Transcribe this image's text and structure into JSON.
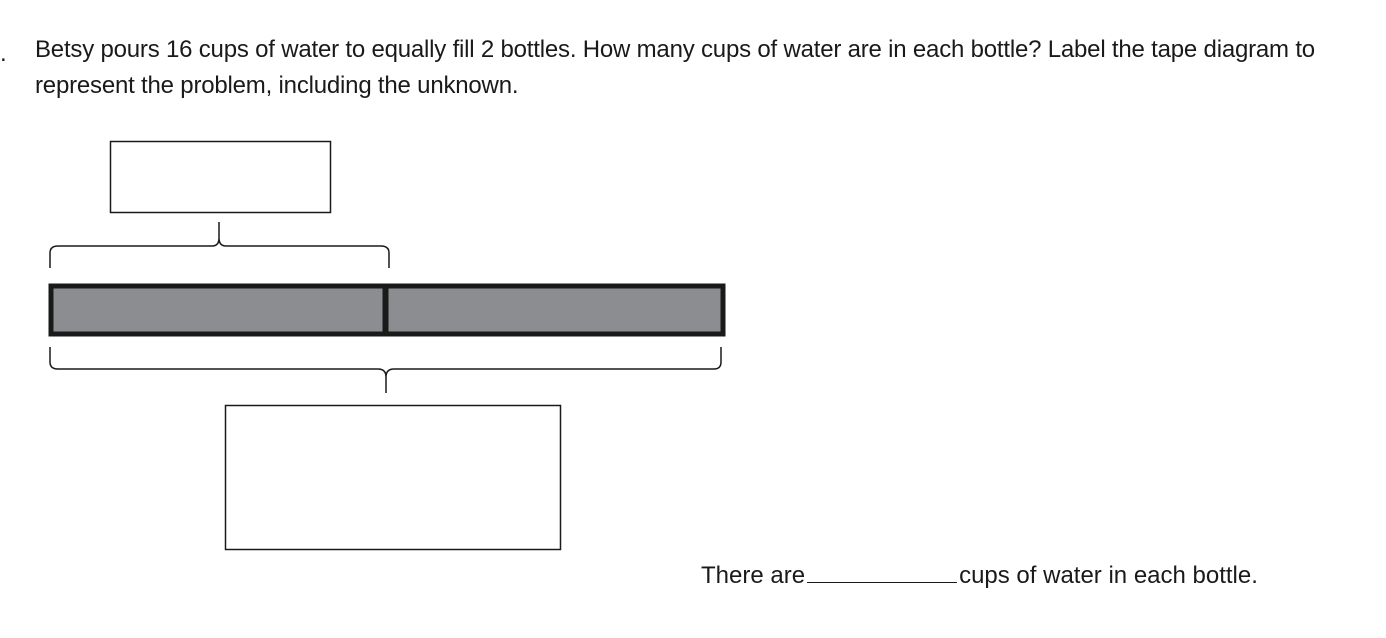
{
  "problem": {
    "number_marker": ".",
    "question_text": "Betsy pours 16 cups of water to equally fill 2 bottles.  How many cups of water are in each bottle?  Label the tape diagram to represent the problem, including the unknown."
  },
  "tape_diagram": {
    "parts": 2,
    "part_fill_color": "#8c8d90",
    "outline_color": "#1a1a1a",
    "label_boxes": {
      "part_label": "",
      "total_label": ""
    }
  },
  "answer_sentence": {
    "prefix": "There are",
    "answer_value": "",
    "suffix": "cups of water in each bottle."
  }
}
